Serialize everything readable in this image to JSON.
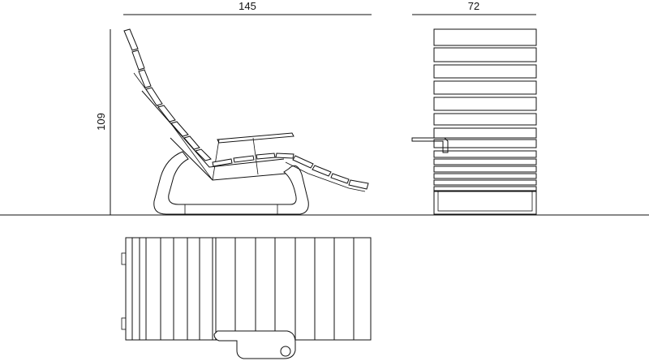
{
  "dimensions": {
    "length_label": "145",
    "width_label": "72",
    "height_label": "109"
  },
  "views": {
    "side": "side-view",
    "front": "front-view",
    "top": "top-view"
  }
}
